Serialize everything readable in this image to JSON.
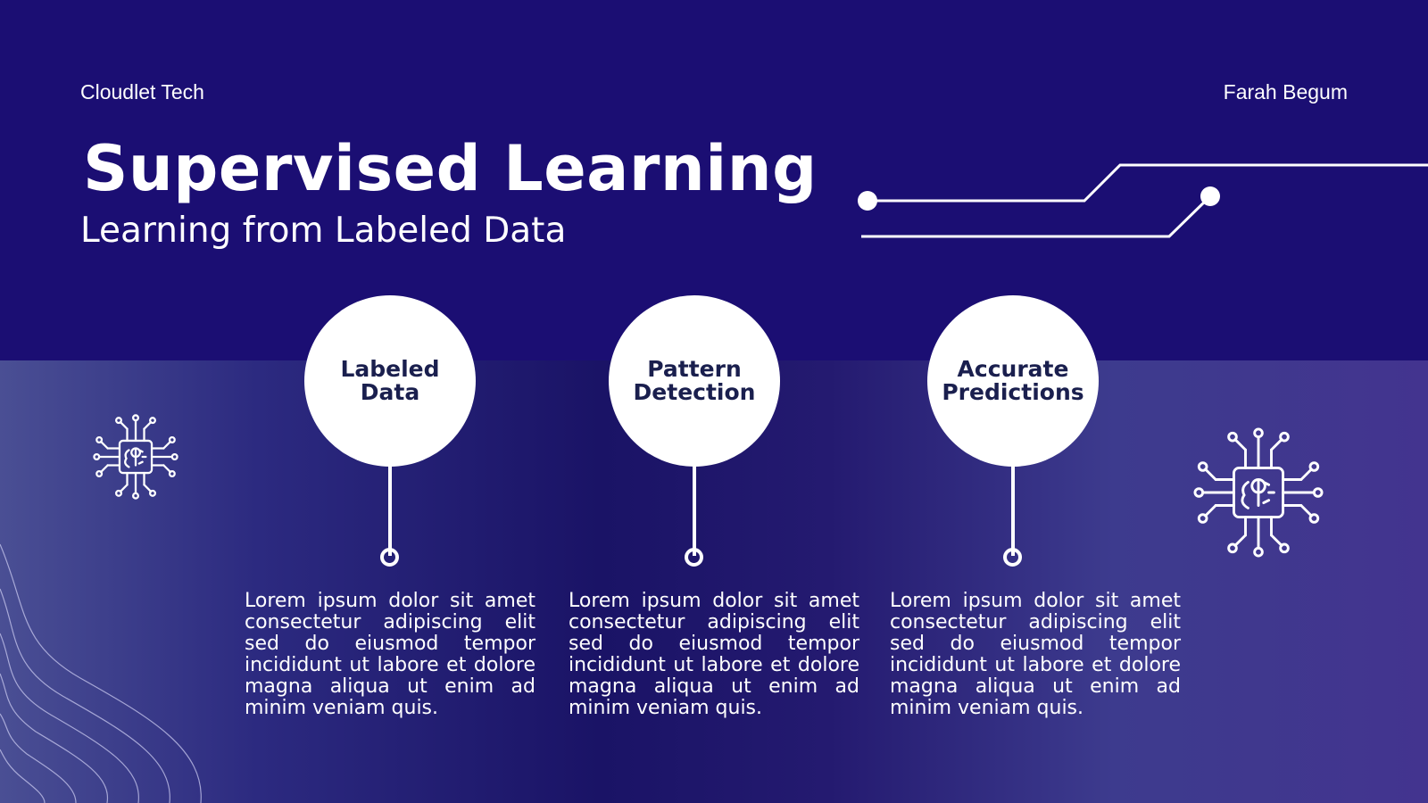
{
  "header": {
    "company": "Cloudlet Tech",
    "presenter": "Farah Begum"
  },
  "title": "Supervised Learning",
  "subtitle": "Learning from Labeled Data",
  "steps": [
    {
      "label": "Labeled Data",
      "body": "Lorem ipsum dolor sit amet consectetur adipiscing elit sed do eiusmod tempor incididunt ut labore et dolore magna aliqua ut enim ad minim veniam quis."
    },
    {
      "label": "Pattern Detection",
      "body": "Lorem ipsum dolor sit amet consectetur adipiscing elit sed do eiusmod tempor incididunt ut labore et dolore magna aliqua ut enim ad minim veniam quis."
    },
    {
      "label": "Accurate Predictions",
      "body": "Lorem ipsum dolor sit amet consectetur adipiscing elit sed do eiusmod tempor incididunt ut labore et dolore magna aliqua ut enim ad minim veniam quis."
    }
  ],
  "icons": [
    "ai-chip-icon",
    "ai-chip-icon"
  ],
  "colors": {
    "top_band": "#1b0e73",
    "bottom_gradient_left": "#4a4f94",
    "bottom_gradient_right": "#43348f",
    "circle_fill": "#ffffff",
    "circle_text": "#1a1f4e"
  }
}
